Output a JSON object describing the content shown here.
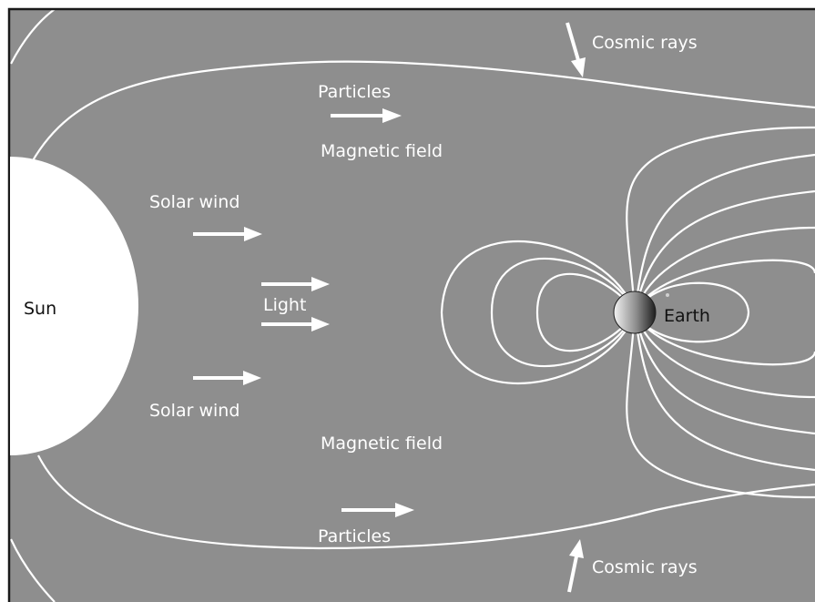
{
  "labels": {
    "sun": "Sun",
    "earth": "Earth",
    "cosmic_rays_top": "Cosmic rays",
    "cosmic_rays_bottom": "Cosmic rays",
    "particles_top": "Particles",
    "particles_bottom": "Particles",
    "magnetic_field_top": "Magnetic field",
    "magnetic_field_bottom": "Magnetic field",
    "solar_wind_top": "Solar wind",
    "solar_wind_bottom": "Solar wind",
    "light": "Light"
  },
  "colors": {
    "background": "#8e8e8e",
    "border": "#1a1a1a",
    "field_lines": "#ffffff",
    "sun": "#ffffff",
    "text": "#ffffff",
    "sun_text": "#111111"
  }
}
